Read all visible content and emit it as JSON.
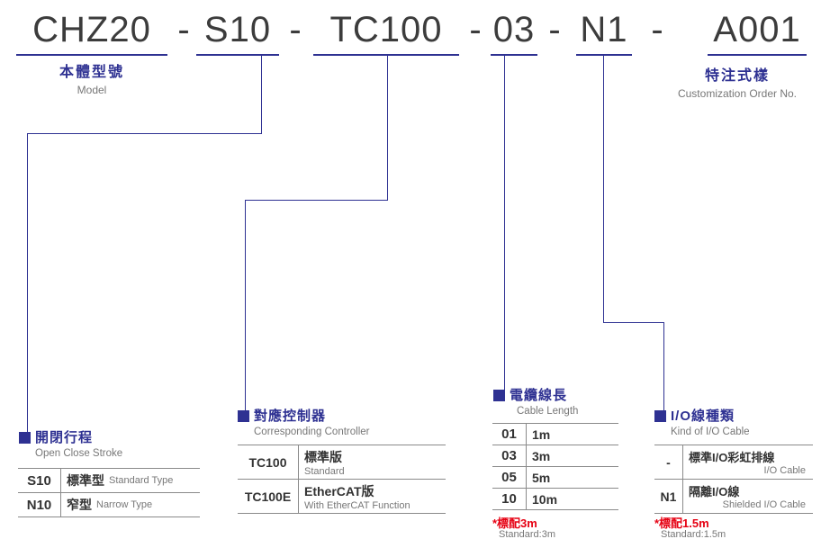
{
  "title": {
    "segments": [
      "CHZ20",
      "S10",
      "TC100",
      "03",
      "N1",
      "A001"
    ],
    "separator": "-"
  },
  "model_label": {
    "zh": "本體型號",
    "en": "Model"
  },
  "custom_label": {
    "zh": "特注式樣",
    "en": "Customization Order No."
  },
  "stroke": {
    "title_zh": "開閉行程",
    "title_en": "Open Close Stroke",
    "rows": [
      {
        "code": "S10",
        "zh": "標準型",
        "en": "Standard Type"
      },
      {
        "code": "N10",
        "zh": "窄型",
        "en": "Narrow Type"
      }
    ]
  },
  "controller": {
    "title_zh": "對應控制器",
    "title_en": "Corresponding Controller",
    "rows": [
      {
        "code": "TC100",
        "zh": "標準版",
        "en": "Standard"
      },
      {
        "code": "TC100E",
        "zh": "EtherCAT版",
        "en": "With EtherCAT Function"
      }
    ]
  },
  "cable": {
    "title_zh": "電纜線長",
    "title_en": "Cable Length",
    "rows": [
      {
        "code": "01",
        "len": "1m"
      },
      {
        "code": "03",
        "len": "3m"
      },
      {
        "code": "05",
        "len": "5m"
      },
      {
        "code": "10",
        "len": "10m"
      }
    ],
    "note_zh": "*標配3m",
    "note_en": "Standard:3m"
  },
  "io": {
    "title_zh": "I/O線種類",
    "title_en": "Kind of I/O Cable",
    "rows": [
      {
        "code": "-",
        "zh": "標準I/O彩虹排線",
        "en": "I/O Cable"
      },
      {
        "code": "N1",
        "zh": "隔離I/O線",
        "en": "Shielded I/O Cable"
      }
    ],
    "note_zh": "*標配1.5m",
    "note_en": "Standard:1.5m"
  },
  "colors": {
    "accent": "#2e3192",
    "note_red": "#e60012"
  }
}
